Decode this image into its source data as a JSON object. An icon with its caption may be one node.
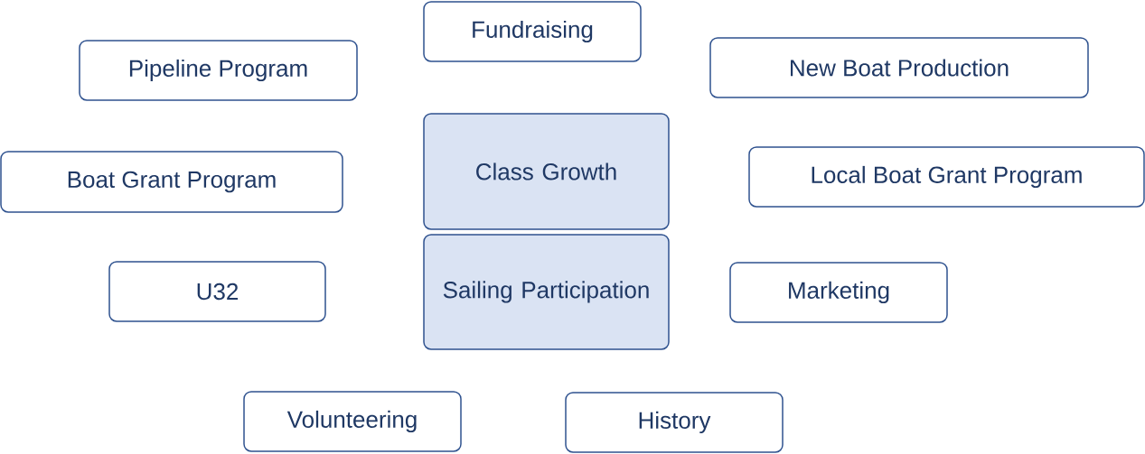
{
  "diagram": {
    "nodes": [
      {
        "text": [
          "Fundraising"
        ]
      },
      {
        "text": [
          "New Boat Production"
        ]
      },
      {
        "text": [
          "Pipeline Program"
        ]
      },
      {
        "text": [
          "Class Growth"
        ]
      },
      {
        "text": [
          "Local Boat Grant Program"
        ]
      },
      {
        "text": [
          "Boat Grant Program"
        ]
      },
      {
        "text": [
          "Sailing Participation"
        ]
      },
      {
        "text": [
          "U32"
        ]
      },
      {
        "text": [
          "Marketing"
        ]
      },
      {
        "text": [
          "Volunteering"
        ]
      },
      {
        "text": [
          "History"
        ]
      }
    ]
  }
}
